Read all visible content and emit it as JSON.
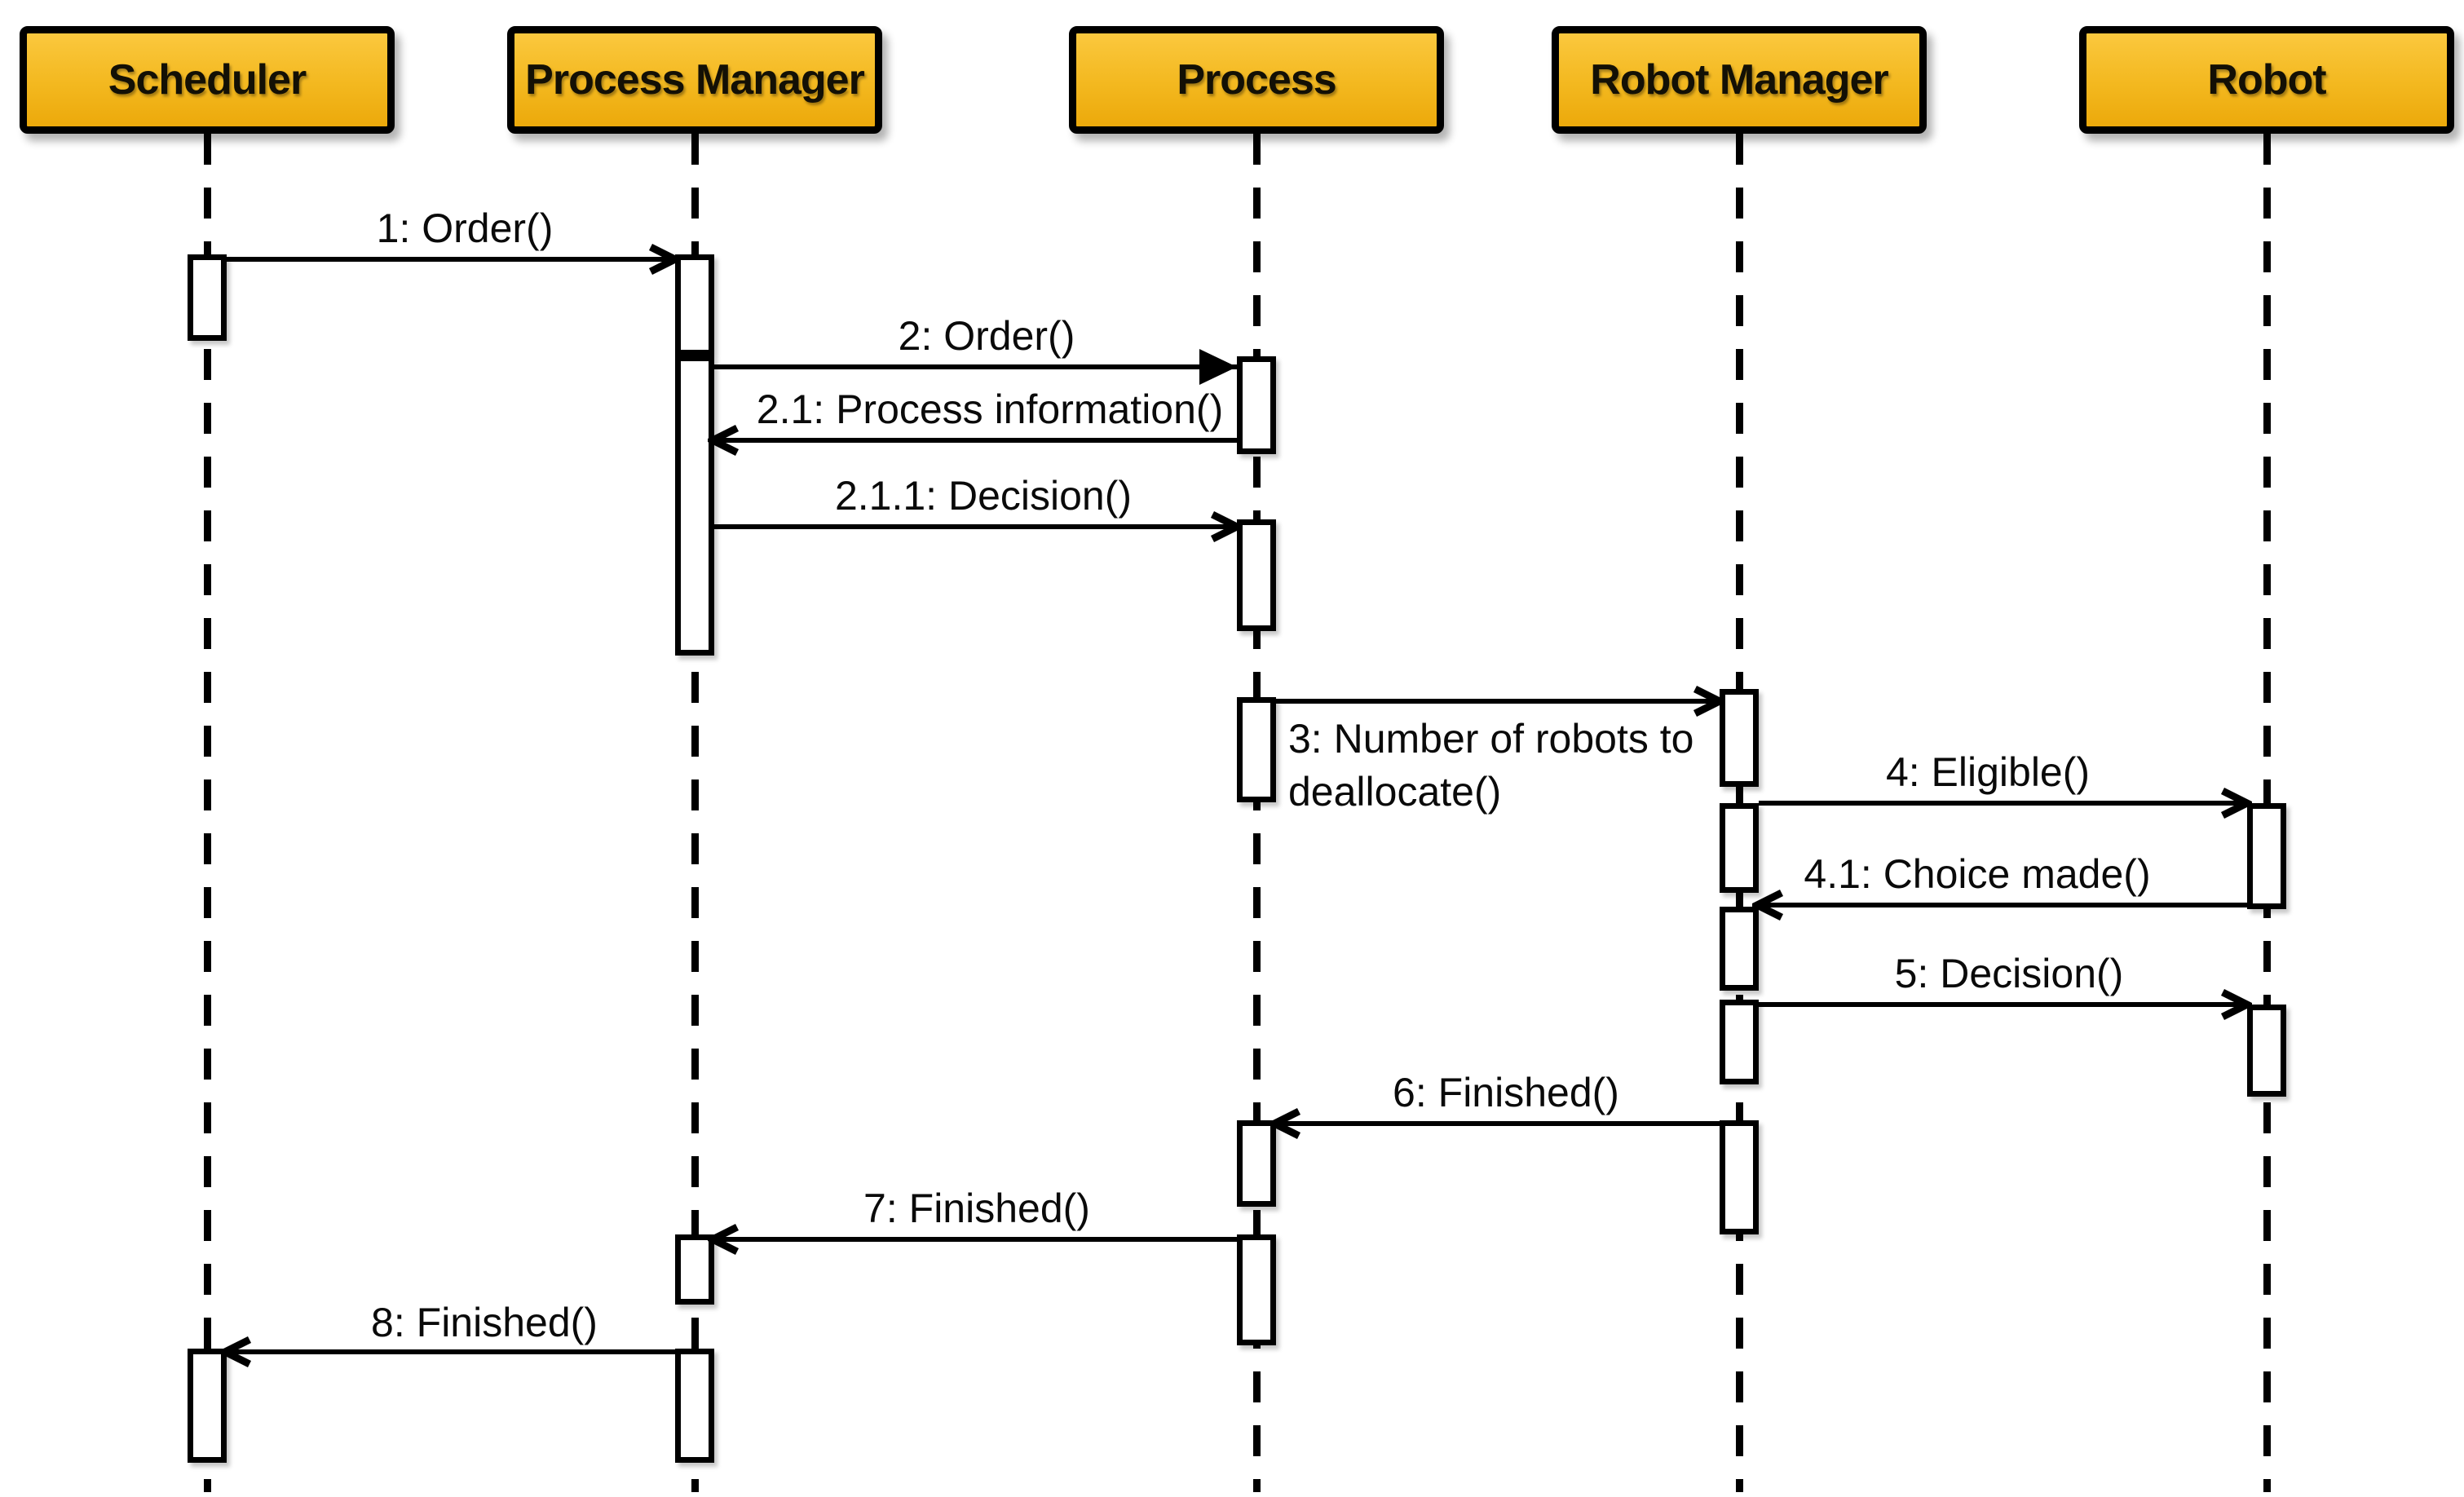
{
  "diagram": {
    "kind": "uml-sequence-diagram",
    "background": "#FFFFFF"
  },
  "actors": [
    {
      "name": "Scheduler"
    },
    {
      "name": "Process Manager"
    },
    {
      "name": "Process"
    },
    {
      "name": "Robot Manager"
    },
    {
      "name": "Robot"
    }
  ],
  "messages": [
    {
      "num": "1",
      "label": "1: Order()",
      "from": "Scheduler",
      "to": "Process Manager",
      "arrowhead": "open"
    },
    {
      "num": "2",
      "label": "2: Order()",
      "from": "Process Manager",
      "to": "Process",
      "arrowhead": "filled"
    },
    {
      "num": "2.1",
      "label": "2.1: Process information()",
      "from": "Process",
      "to": "Process Manager",
      "arrowhead": "open"
    },
    {
      "num": "2.1.1",
      "label": "2.1.1: Decision()",
      "from": "Process Manager",
      "to": "Process",
      "arrowhead": "open"
    },
    {
      "num": "3",
      "label": "3: Number of robots to deallocate()",
      "from": "Process",
      "to": "Robot Manager",
      "arrowhead": "open"
    },
    {
      "num": "4",
      "label": "4: Eligible()",
      "from": "Robot Manager",
      "to": "Robot",
      "arrowhead": "open"
    },
    {
      "num": "4.1",
      "label": "4.1: Choice made()",
      "from": "Robot",
      "to": "Robot Manager",
      "arrowhead": "open"
    },
    {
      "num": "5",
      "label": "5: Decision()",
      "from": "Robot Manager",
      "to": "Robot",
      "arrowhead": "open"
    },
    {
      "num": "6",
      "label": "6: Finished()",
      "from": "Robot Manager",
      "to": "Process",
      "arrowhead": "open"
    },
    {
      "num": "7",
      "label": "7: Finished()",
      "from": "Process",
      "to": "Process Manager",
      "arrowhead": "open"
    },
    {
      "num": "8",
      "label": "8: Finished()",
      "from": "Process Manager",
      "to": "Scheduler",
      "arrowhead": "open"
    }
  ],
  "colors": {
    "actor_fill_top": "#FBC83E",
    "actor_fill_bottom": "#ECA90B",
    "actor_border": "#000000",
    "line": "#000000",
    "activation_fill": "#FFFFFF",
    "background": "#FFFFFF"
  }
}
